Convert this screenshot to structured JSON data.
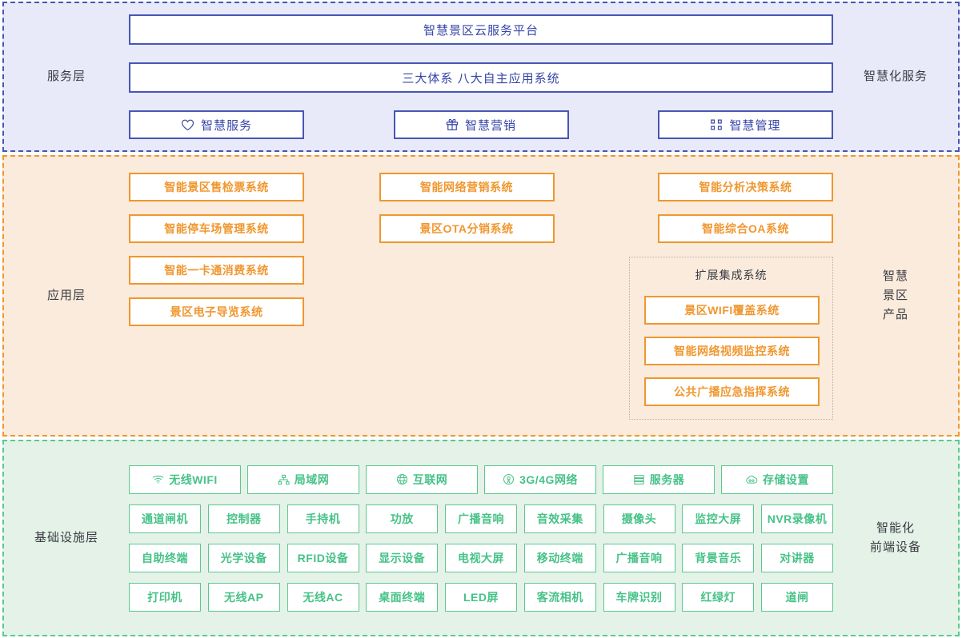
{
  "service_layer": {
    "left_label": "服务层",
    "right_label": "智慧化服务",
    "platform_title": "智慧景区云服务平台",
    "systems_title": "三大体系  八大自主应用系统",
    "buttons": [
      {
        "label": "智慧服务",
        "icon": "heart-icon"
      },
      {
        "label": "智慧营销",
        "icon": "gift-icon"
      },
      {
        "label": "智慧管理",
        "icon": "grid-apps-icon"
      }
    ],
    "accent_color": "#3645a8",
    "border_color": "#4756b5",
    "background_color": "#e9eaf9"
  },
  "application_layer": {
    "left_label": "应用层",
    "right_label": "智慧\n景区\n产品",
    "column1": [
      "智能景区售检票系统",
      "智能停车场管理系统",
      "智能一卡通消费系统",
      "景区电子导览系统"
    ],
    "column2": [
      "智能网络营销系统",
      "景区OTA分销系统"
    ],
    "column3": [
      "智能分析决策系统",
      "智能综合OA系统"
    ],
    "extended_group": {
      "title": "扩展集成系统",
      "items": [
        "景区WIFI覆盖系统",
        "智能网络视频监控系统",
        "公共广播应急指挥系统"
      ]
    },
    "accent_color": "#f0972f",
    "border_color": "#f0972f",
    "background_color": "#faebdc"
  },
  "infrastructure_layer": {
    "left_label": "基础设施层",
    "right_label": "智能化\n前端设备",
    "row_network": [
      {
        "label": "无线WIFI",
        "icon": "wifi-icon"
      },
      {
        "label": "局域网",
        "icon": "sitemap-icon"
      },
      {
        "label": "互联网",
        "icon": "globe-icon"
      },
      {
        "label": "3G/4G网络",
        "icon": "antenna-icon"
      },
      {
        "label": "服务器",
        "icon": "server-icon"
      },
      {
        "label": "存储设置",
        "icon": "cloud-storage-icon"
      }
    ],
    "row_devices_1": [
      "通道闸机",
      "控制器",
      "手持机",
      "功放",
      "广播音响",
      "音效采集",
      "摄像头",
      "监控大屏",
      "NVR录像机"
    ],
    "row_devices_2": [
      "自助终端",
      "光学设备",
      "RFID设备",
      "显示设备",
      "电视大屏",
      "移动终端",
      "广播音响",
      "背景音乐",
      "对讲器"
    ],
    "row_devices_3": [
      "打印机",
      "无线AP",
      "无线AC",
      "桌面终端",
      "LED屏",
      "客流相机",
      "车牌识别",
      "红绿灯",
      "道闸"
    ],
    "accent_color": "#46c287",
    "border_color": "#5cc88f",
    "background_color": "#e4f2e8"
  }
}
